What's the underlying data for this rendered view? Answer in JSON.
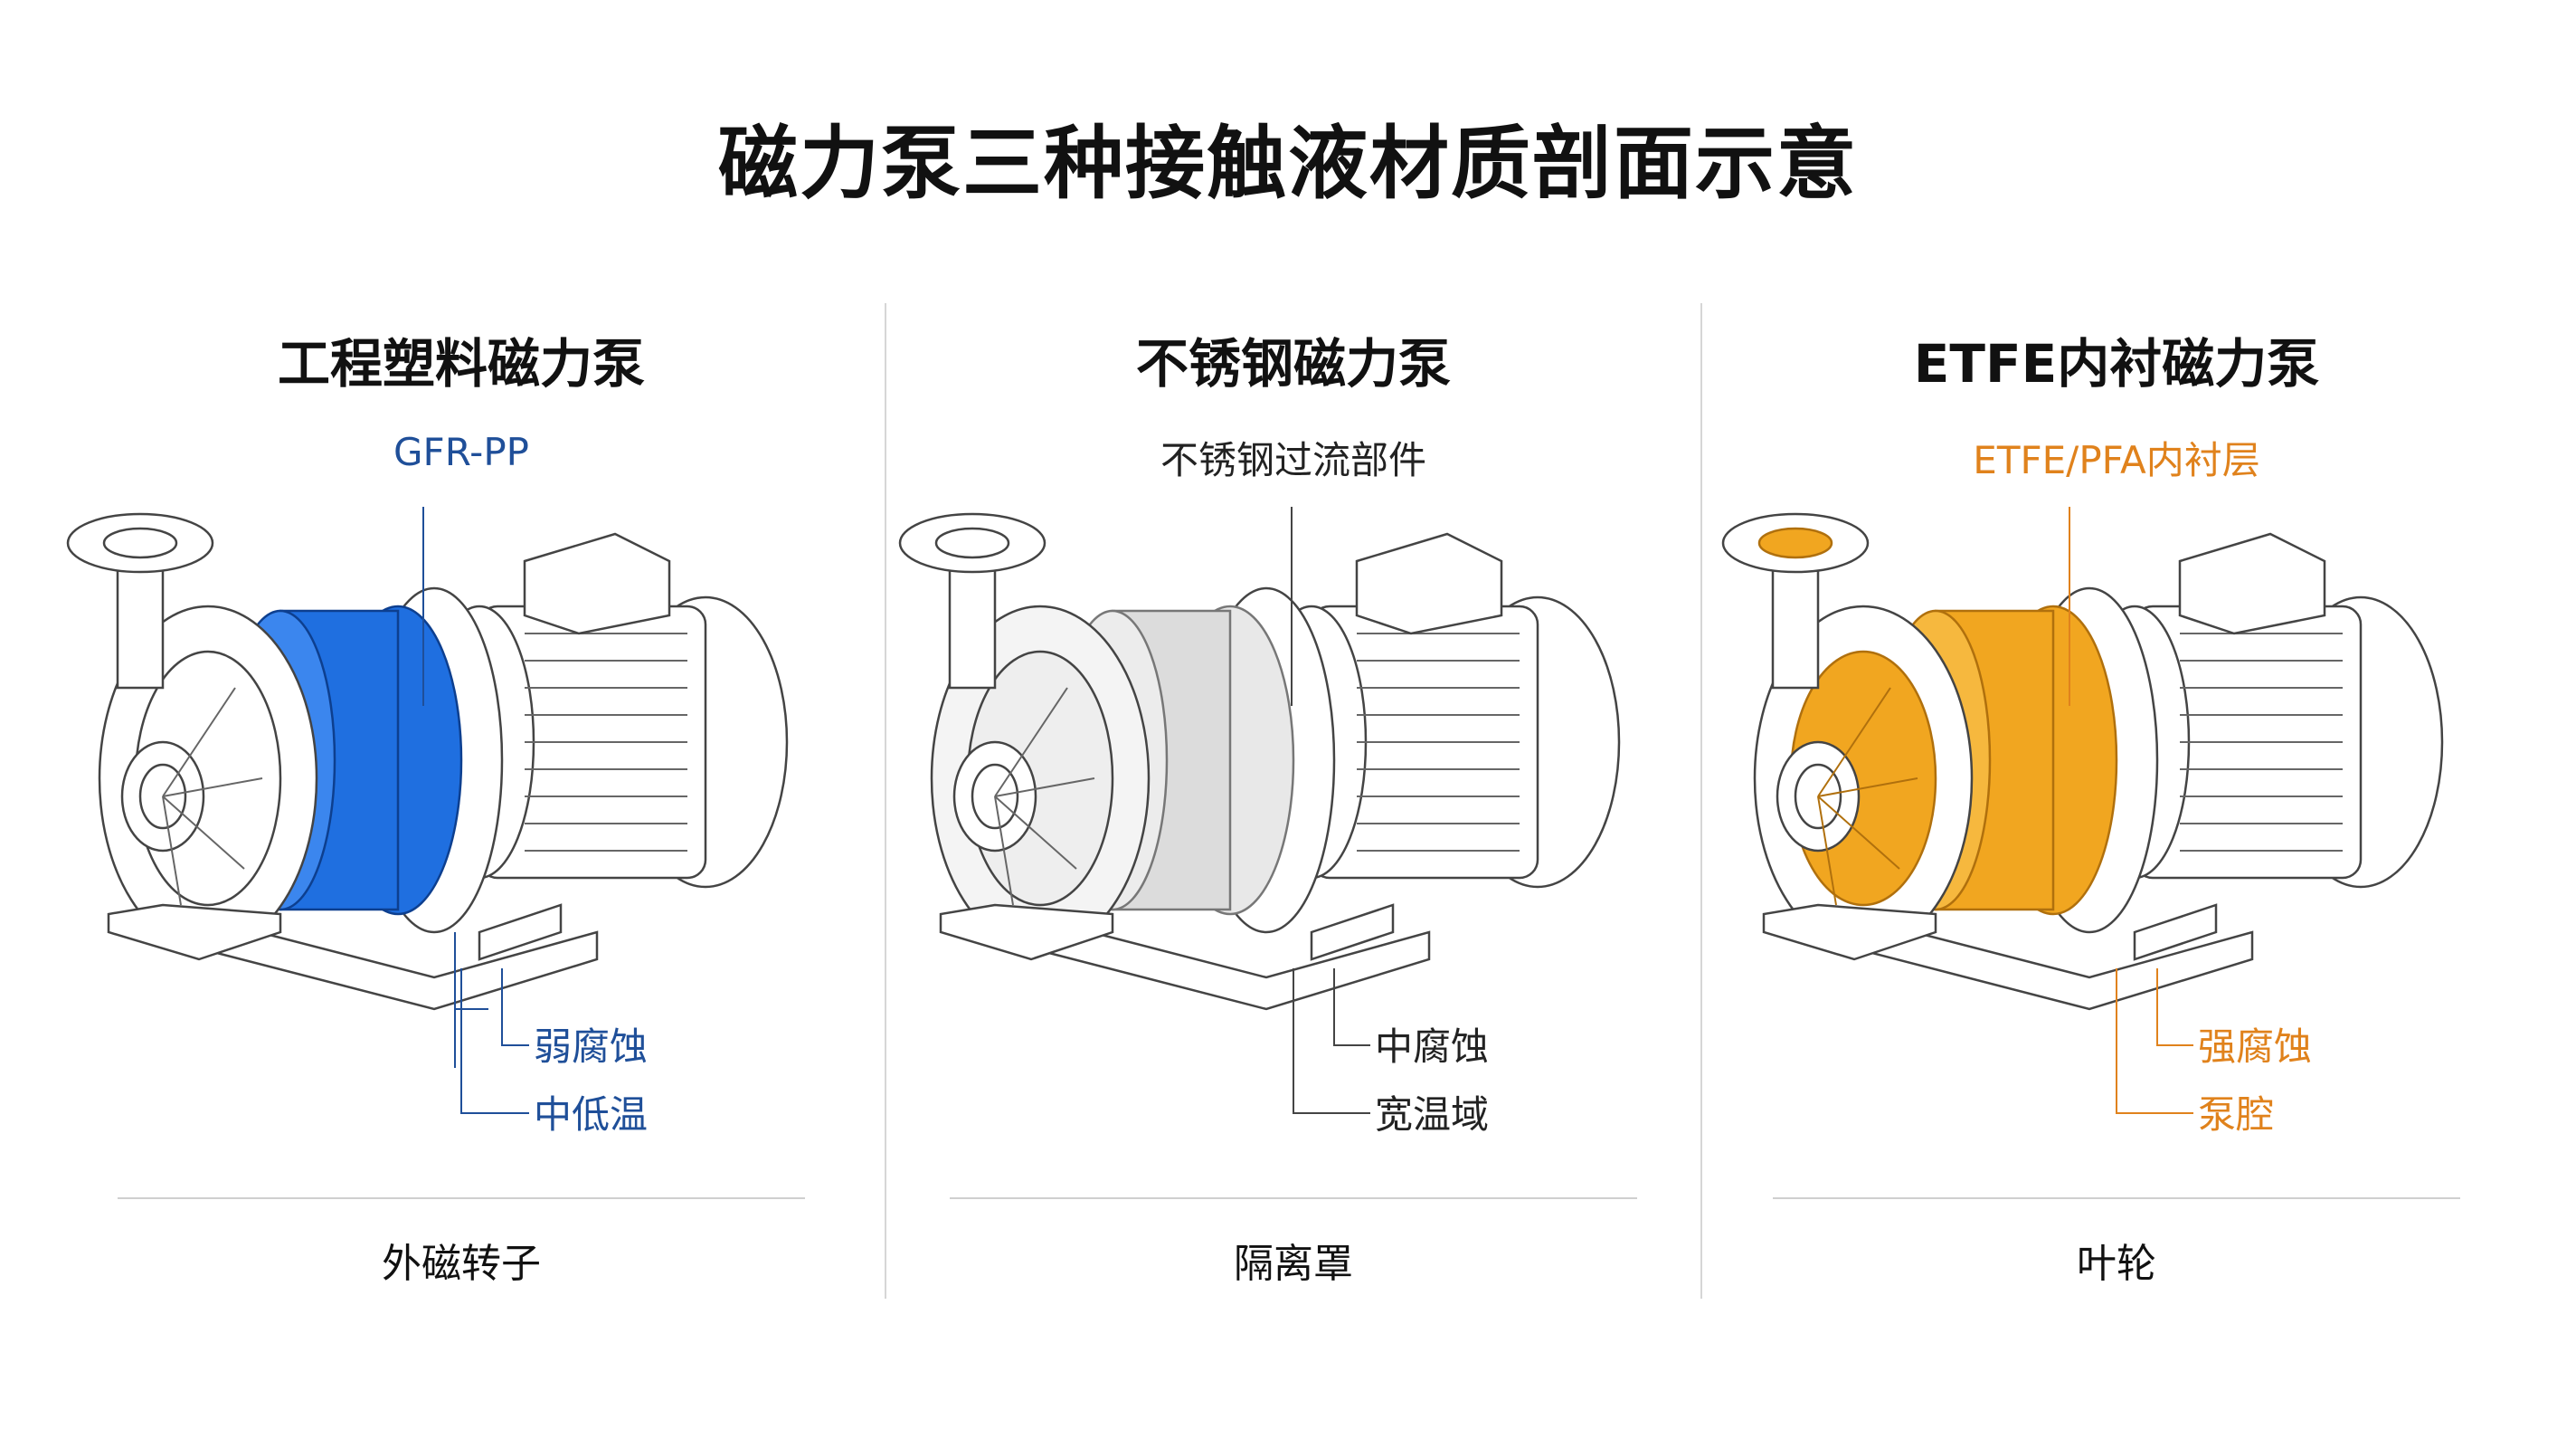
{
  "title": "磁力泵三种接触液材质剖面示意",
  "colors": {
    "plastic": "#1f6fe0",
    "steel": "#9a9a9a",
    "etfe": "#f1a620",
    "label_blue": "#1f4f99",
    "label_orange": "#e0821c"
  },
  "panels": [
    {
      "title": "工程塑料磁力泵",
      "material": "GFR-PP",
      "callouts": [
        "弱腐蚀",
        "中低温"
      ],
      "part": "外磁转子"
    },
    {
      "title": "不锈钢磁力泵",
      "material": "不锈钢过流部件",
      "callouts": [
        "中腐蚀",
        "宽温域"
      ],
      "part": "隔离罩"
    },
    {
      "title": "ETFE内衬磁力泵",
      "material": "ETFE/PFA内衬层",
      "callouts": [
        "强腐蚀",
        "泵腔"
      ],
      "part": "叶轮"
    }
  ]
}
